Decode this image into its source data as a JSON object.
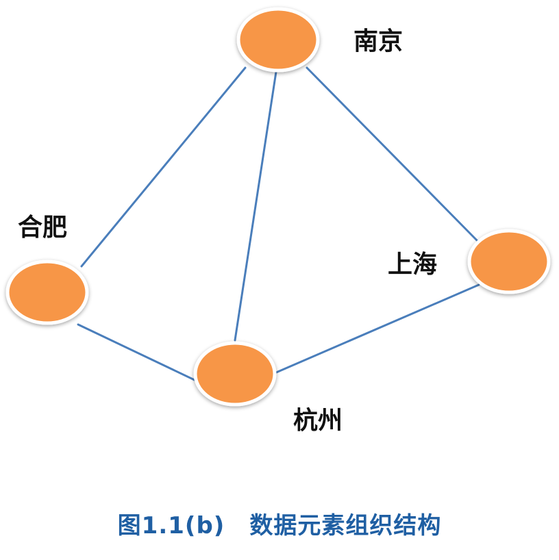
{
  "nodes": [
    {
      "id": "nanjing",
      "label": "南京"
    },
    {
      "id": "hefei",
      "label": "合肥"
    },
    {
      "id": "shanghai",
      "label": "上海"
    },
    {
      "id": "hangzhou",
      "label": "杭州"
    }
  ],
  "edges": [
    {
      "from": "nanjing",
      "to": "hefei"
    },
    {
      "from": "nanjing",
      "to": "hangzhou"
    },
    {
      "from": "nanjing",
      "to": "shanghai"
    },
    {
      "from": "hefei",
      "to": "hangzhou"
    },
    {
      "from": "hangzhou",
      "to": "shanghai"
    }
  ],
  "caption": {
    "figure": "图1.1(b)",
    "title": "数据元素组织结构"
  },
  "colors": {
    "node_fill": "#f79646",
    "node_stroke": "#ffffff",
    "edge": "#4a7ebb",
    "caption": "#1f5fa3"
  }
}
